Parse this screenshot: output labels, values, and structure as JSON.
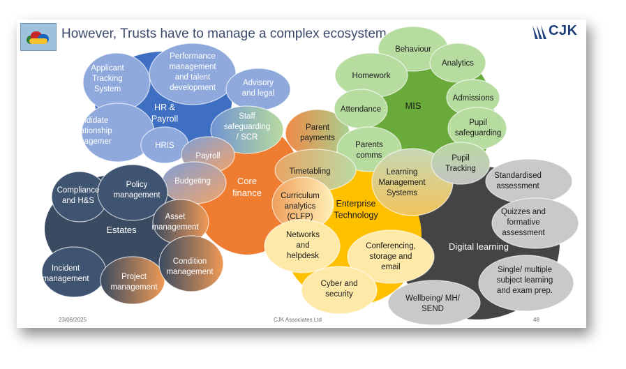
{
  "title": "However, Trusts have to manage a complex ecosystem",
  "brand": "CJK",
  "footer": {
    "date": "23/06/2025",
    "company": "CJK Associates Ltd",
    "page": "48"
  },
  "hubs": [
    {
      "id": "hr",
      "label": [
        "HR &",
        "Payroll"
      ]
    },
    {
      "id": "estates",
      "label": [
        "Estates"
      ]
    },
    {
      "id": "core",
      "label": [
        "Core",
        "finance"
      ]
    },
    {
      "id": "mis",
      "label": [
        "MIS"
      ]
    },
    {
      "id": "enterprise",
      "label": [
        "Enterprise",
        "Technology"
      ]
    },
    {
      "id": "digital",
      "label": [
        "Digital learning"
      ]
    }
  ],
  "nodes": [
    {
      "id": "applicant",
      "label": [
        "Applicant",
        "Tracking",
        "System"
      ]
    },
    {
      "id": "performance",
      "label": [
        "Performance",
        "management",
        "and talent",
        "development"
      ]
    },
    {
      "id": "advisory",
      "label": [
        "Advisory",
        "and legal"
      ]
    },
    {
      "id": "candidate",
      "label": [
        "Candidate",
        "Relationship",
        "Managemer"
      ]
    },
    {
      "id": "hris",
      "label": [
        "HRIS"
      ]
    },
    {
      "id": "staff",
      "label": [
        "Staff",
        "safeguarding",
        "/ SCR"
      ]
    },
    {
      "id": "payroll",
      "label": [
        "Payroll"
      ]
    },
    {
      "id": "budgeting",
      "label": [
        "Budgeting"
      ]
    },
    {
      "id": "parent-payments",
      "label": [
        "Parent",
        "payments"
      ]
    },
    {
      "id": "compliance",
      "label": [
        "Compliance",
        "and H&S"
      ]
    },
    {
      "id": "policy",
      "label": [
        "Policy",
        "management"
      ]
    },
    {
      "id": "asset",
      "label": [
        "Asset",
        "management"
      ]
    },
    {
      "id": "incident",
      "label": [
        "Incident",
        "management"
      ]
    },
    {
      "id": "project",
      "label": [
        "Project",
        "management"
      ]
    },
    {
      "id": "condition",
      "label": [
        "Condition",
        "management"
      ]
    },
    {
      "id": "behaviour",
      "label": [
        "Behaviour"
      ]
    },
    {
      "id": "homework",
      "label": [
        "Homework"
      ]
    },
    {
      "id": "analytics",
      "label": [
        "Analytics"
      ]
    },
    {
      "id": "attendance",
      "label": [
        "Attendance"
      ]
    },
    {
      "id": "admissions",
      "label": [
        "Admissions"
      ]
    },
    {
      "id": "pupil-safeguarding",
      "label": [
        "Pupil",
        "safeguarding"
      ]
    },
    {
      "id": "parents-comms",
      "label": [
        "Parents",
        "comms"
      ]
    },
    {
      "id": "timetabling",
      "label": [
        "Timetabling"
      ]
    },
    {
      "id": "lms",
      "label": [
        "Learning",
        "Management",
        "Systems"
      ]
    },
    {
      "id": "pupil-tracking",
      "label": [
        "Pupil",
        "Tracking"
      ]
    },
    {
      "id": "standardised",
      "label": [
        "Standardised",
        "assessment"
      ]
    },
    {
      "id": "curriculum",
      "label": [
        "Curriculum",
        "analytics",
        "(CLFP)"
      ]
    },
    {
      "id": "quizzes",
      "label": [
        "Quizzes and",
        "formative",
        "assessment"
      ]
    },
    {
      "id": "networks",
      "label": [
        "Networks",
        "and",
        "helpdesk"
      ]
    },
    {
      "id": "conferencing",
      "label": [
        "Conferencing,",
        "storage and",
        "email"
      ]
    },
    {
      "id": "single-multiple",
      "label": [
        "Single/ multiple",
        "subject learning",
        "and exam prep."
      ]
    },
    {
      "id": "cyber",
      "label": [
        "Cyber and",
        "security"
      ]
    },
    {
      "id": "wellbeing",
      "label": [
        "Wellbeing/ MH/",
        "SEND"
      ]
    }
  ],
  "colors": {
    "hr": "#3f6fc2",
    "estates": "#3a4a60",
    "core": "#ee7d31",
    "mis": "#6aaa3a",
    "enterprise": "#ffc000",
    "digital": "#444444",
    "hr_light": "#8fa9dc",
    "mis_light": "#b7dca0",
    "digital_light": "#c9c9c9",
    "enterprise_light": "#ffe9a8"
  }
}
